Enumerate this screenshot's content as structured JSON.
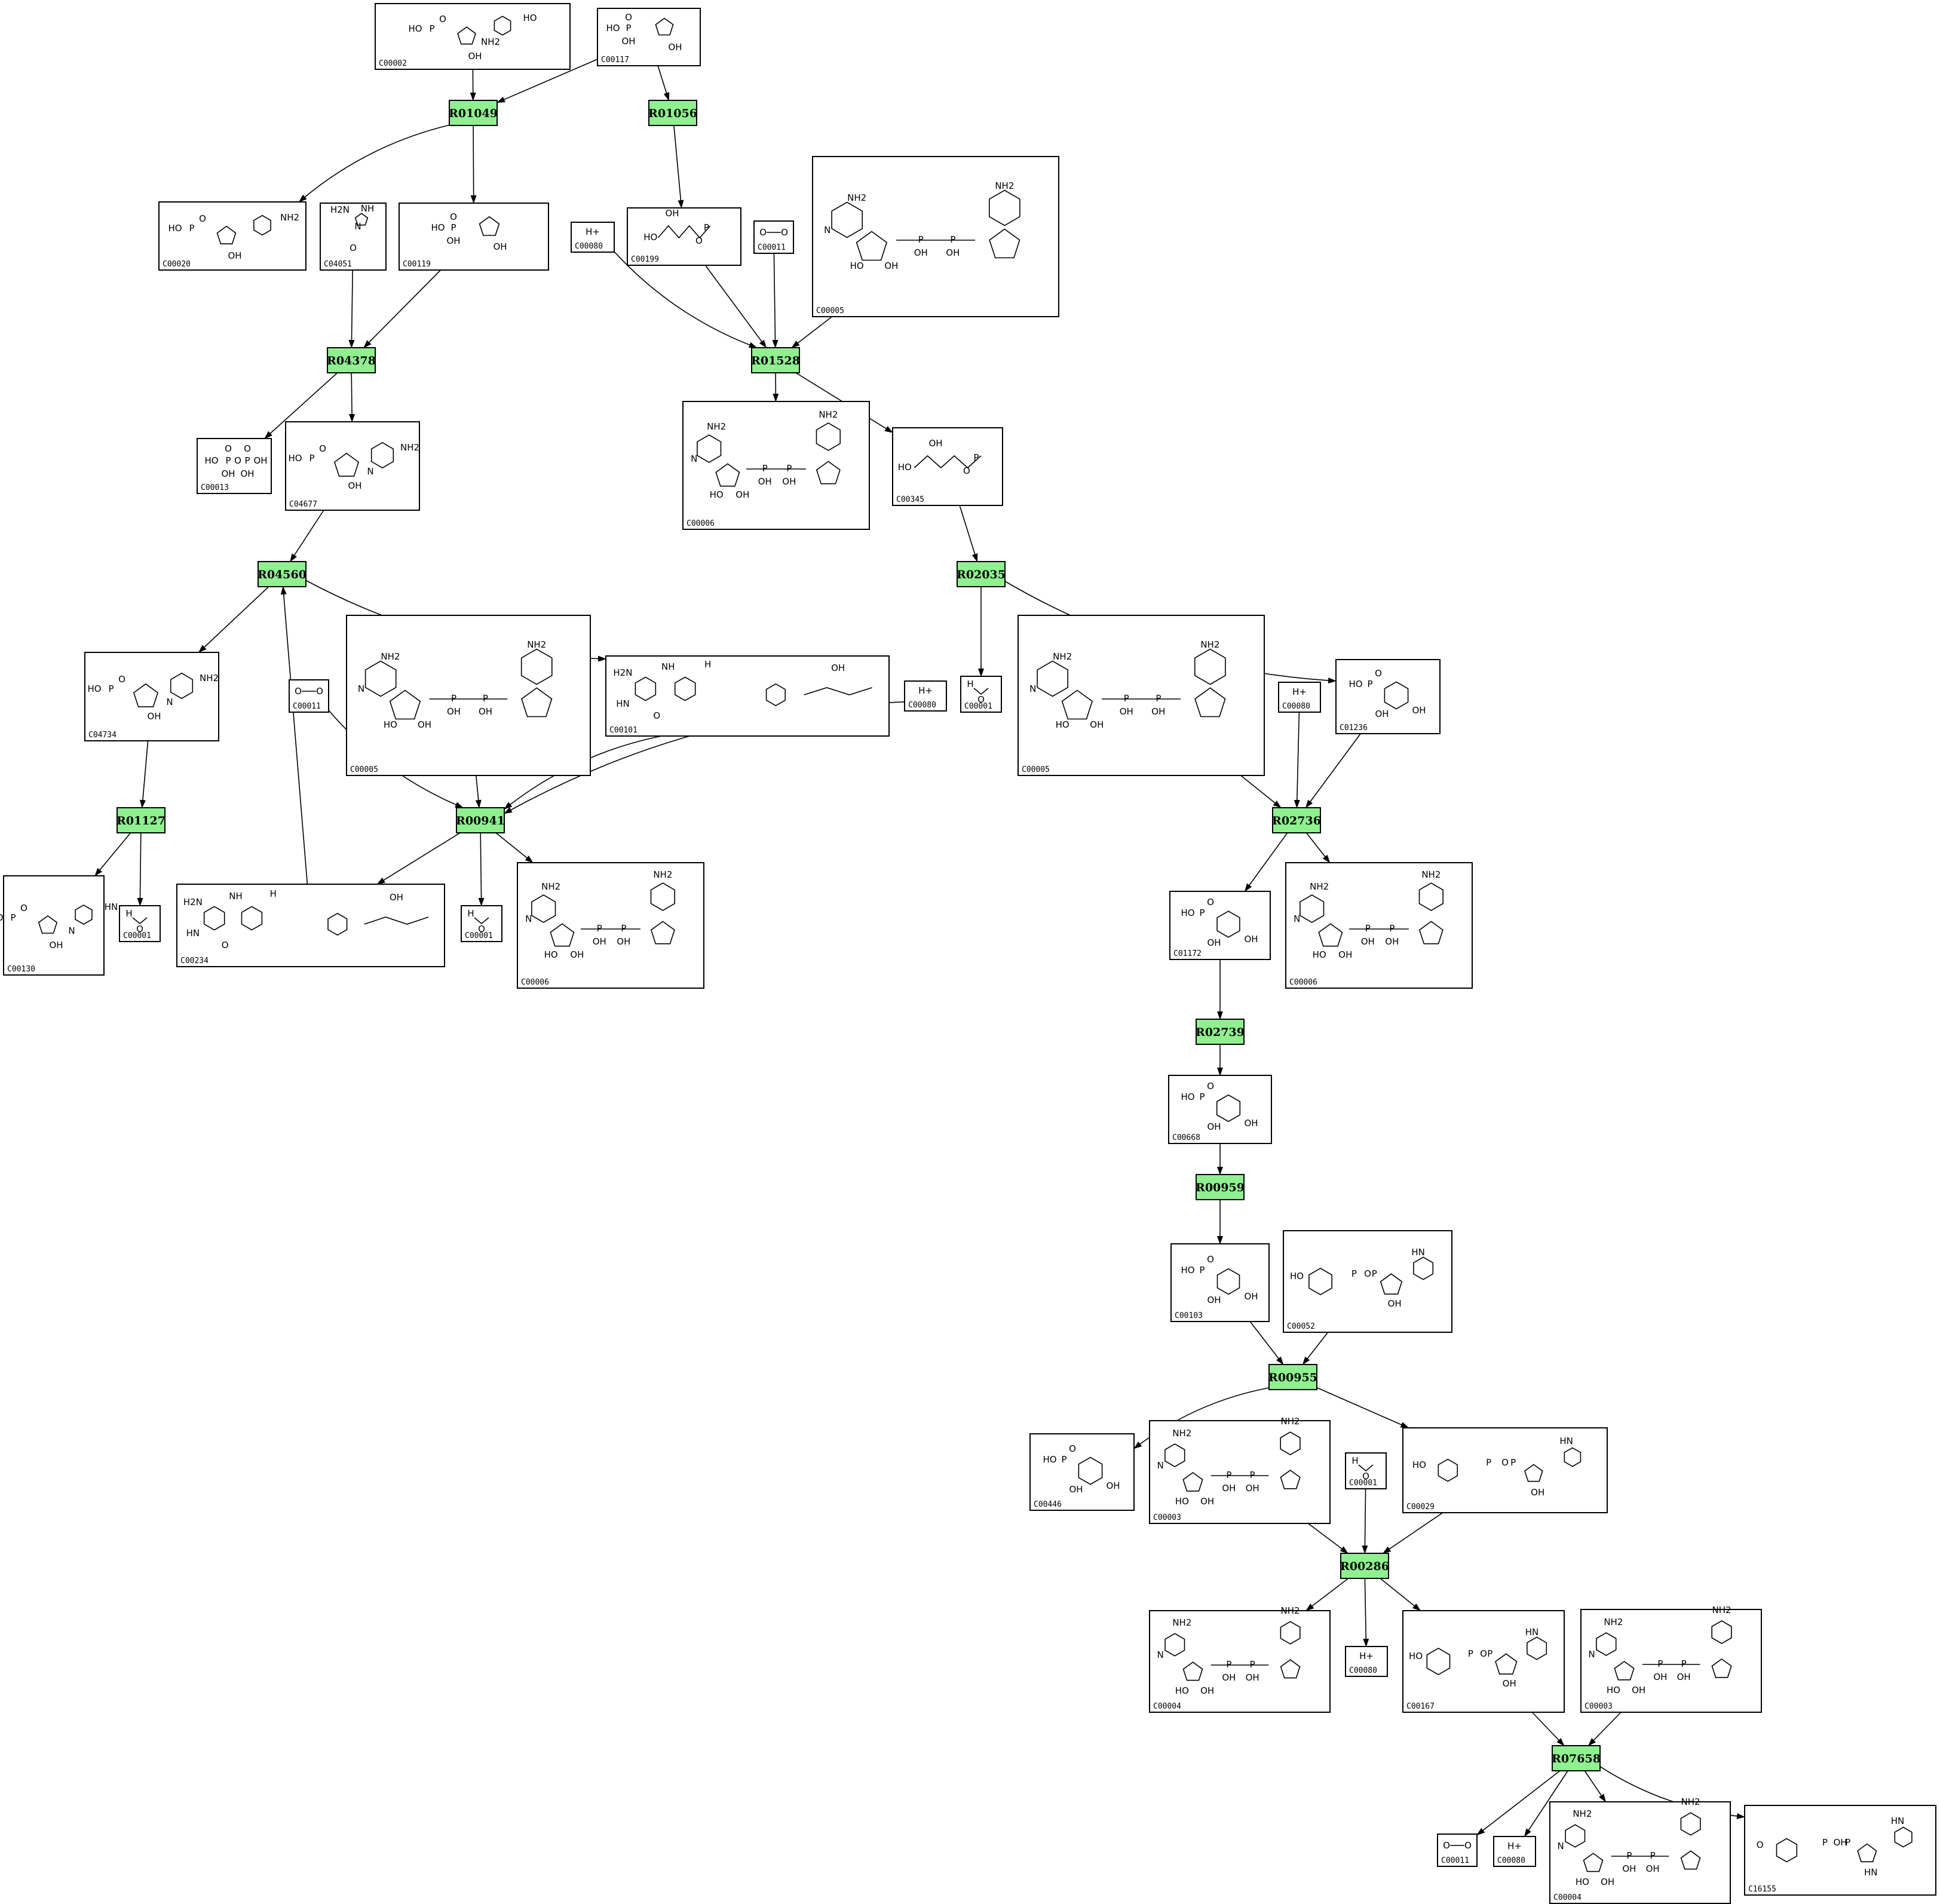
{
  "colors": {
    "reaction_fill": "#90f090",
    "stroke": "#000000",
    "background": "#ffffff"
  },
  "compounds": [
    {
      "id": "n_C00002",
      "label": "C00002",
      "kind": "nt",
      "atoms": [
        "HO",
        "P",
        "O",
        "HO",
        "NH2",
        "OH"
      ]
    },
    {
      "id": "n_C00117",
      "label": "C00117",
      "kind": "sugarP",
      "atoms": [
        "HO",
        "P",
        "O",
        "OH",
        "OH"
      ]
    },
    {
      "id": "n_C00020",
      "label": "C00020",
      "kind": "nt",
      "atoms": [
        "HO",
        "P",
        "O",
        "NH2",
        "OH"
      ]
    },
    {
      "id": "n_C04051",
      "label": "C04051",
      "kind": "small",
      "atoms": [
        "H2N",
        "NH",
        "N",
        "O"
      ]
    },
    {
      "id": "n_C00119",
      "label": "C00119",
      "kind": "sugarP",
      "atoms": [
        "HO",
        "P",
        "O",
        "OH"
      ]
    },
    {
      "id": "n_C00080_a",
      "label": "C00080",
      "kind": "hplus",
      "atoms": [
        "H+"
      ]
    },
    {
      "id": "n_C00199",
      "label": "C00199",
      "kind": "chain",
      "atoms": [
        "HO",
        "OH",
        "P",
        "O"
      ]
    },
    {
      "id": "n_C00011_a",
      "label": "C00011",
      "kind": "co2",
      "atoms": [
        "O",
        "O"
      ]
    },
    {
      "id": "n_C00005_a",
      "label": "C00005",
      "kind": "dinuc",
      "atoms": [
        "NH2",
        "N",
        "O",
        "P",
        "OH",
        "HO"
      ]
    },
    {
      "id": "n_C00013",
      "label": "C00013",
      "kind": "pp",
      "atoms": [
        "HO",
        "P",
        "O",
        "OH"
      ]
    },
    {
      "id": "n_C04677",
      "label": "C04677",
      "kind": "nt",
      "atoms": [
        "HO",
        "P",
        "O",
        "NH2",
        "N",
        "OH"
      ]
    },
    {
      "id": "n_C00006_a",
      "label": "C00006",
      "kind": "dinuc",
      "atoms": [
        "NH2",
        "N",
        "O",
        "P",
        "OH",
        "HO"
      ]
    },
    {
      "id": "n_C00345",
      "label": "C00345",
      "kind": "chain",
      "atoms": [
        "HO",
        "OH",
        "P",
        "O"
      ]
    },
    {
      "id": "n_C04734",
      "label": "C04734",
      "kind": "nt",
      "atoms": [
        "HO",
        "P",
        "O",
        "NH2",
        "N",
        "OH"
      ]
    },
    {
      "id": "n_C00011_b",
      "label": "C00011",
      "kind": "co2",
      "atoms": [
        "O",
        "O"
      ]
    },
    {
      "id": "n_C00005_b",
      "label": "C00005",
      "kind": "dinuc",
      "atoms": [
        "NH2",
        "N",
        "O",
        "P",
        "OH",
        "HO"
      ]
    },
    {
      "id": "n_C00101",
      "label": "C00101",
      "kind": "folate",
      "atoms": [
        "H2N",
        "N",
        "NH",
        "HN",
        "O",
        "OH",
        "H"
      ]
    },
    {
      "id": "n_C00080_b",
      "label": "C00080",
      "kind": "hplus",
      "atoms": [
        "H+"
      ]
    },
    {
      "id": "n_C00001_a",
      "label": "C00001",
      "kind": "water",
      "atoms": [
        "H",
        "O"
      ]
    },
    {
      "id": "n_C00005_c",
      "label": "C00005",
      "kind": "dinuc",
      "atoms": [
        "NH2",
        "N",
        "O",
        "P",
        "OH",
        "HO"
      ]
    },
    {
      "id": "n_C00080_c",
      "label": "C00080",
      "kind": "hplus",
      "atoms": [
        "H+"
      ]
    },
    {
      "id": "n_C01236",
      "label": "C01236",
      "kind": "hexP",
      "atoms": [
        "HO",
        "P",
        "O",
        "OH"
      ]
    },
    {
      "id": "n_C00130",
      "label": "C00130",
      "kind": "nt",
      "atoms": [
        "HO",
        "P",
        "O",
        "HN",
        "N",
        "OH"
      ]
    },
    {
      "id": "n_C00001_b",
      "label": "C00001",
      "kind": "water",
      "atoms": [
        "H",
        "O"
      ]
    },
    {
      "id": "n_C00234",
      "label": "C00234",
      "kind": "folate",
      "atoms": [
        "H2N",
        "N",
        "NH",
        "HN",
        "O",
        "OH",
        "H"
      ]
    },
    {
      "id": "n_C00001_c",
      "label": "C00001",
      "kind": "water",
      "atoms": [
        "H",
        "O"
      ]
    },
    {
      "id": "n_C00006_b",
      "label": "C00006",
      "kind": "dinuc",
      "atoms": [
        "NH2",
        "N",
        "O",
        "P",
        "OH",
        "HO"
      ]
    },
    {
      "id": "n_C01172",
      "label": "C01172",
      "kind": "hexP",
      "atoms": [
        "HO",
        "P",
        "O",
        "OH"
      ]
    },
    {
      "id": "n_C00006_c",
      "label": "C00006",
      "kind": "dinuc",
      "atoms": [
        "NH2",
        "N",
        "O",
        "P",
        "OH",
        "HO"
      ]
    },
    {
      "id": "n_C00668",
      "label": "C00668",
      "kind": "hexP",
      "atoms": [
        "HO",
        "P",
        "O",
        "OH"
      ]
    },
    {
      "id": "n_C00103",
      "label": "C00103",
      "kind": "hexP",
      "atoms": [
        "HO",
        "P",
        "O",
        "OH"
      ]
    },
    {
      "id": "n_C00052",
      "label": "C00052",
      "kind": "udp",
      "atoms": [
        "HO",
        "P",
        "O",
        "OH",
        "HN"
      ]
    },
    {
      "id": "n_C00446",
      "label": "C00446",
      "kind": "hexP",
      "atoms": [
        "HO",
        "P",
        "O",
        "OH"
      ]
    },
    {
      "id": "n_C00003_a",
      "label": "C00003",
      "kind": "dinuc",
      "atoms": [
        "NH2",
        "N",
        "O",
        "P",
        "OH",
        "HO"
      ]
    },
    {
      "id": "n_C00001_d",
      "label": "C00001",
      "kind": "water",
      "atoms": [
        "H",
        "O"
      ]
    },
    {
      "id": "n_C00029",
      "label": "C00029",
      "kind": "udp",
      "atoms": [
        "HO",
        "P",
        "O",
        "OH",
        "HN"
      ]
    },
    {
      "id": "n_C00004_a",
      "label": "C00004",
      "kind": "dinuc",
      "atoms": [
        "NH2",
        "N",
        "O",
        "P",
        "OH",
        "HO"
      ]
    },
    {
      "id": "n_C00080_d",
      "label": "C00080",
      "kind": "hplus",
      "atoms": [
        "H+"
      ]
    },
    {
      "id": "n_C00167",
      "label": "C00167",
      "kind": "udp",
      "atoms": [
        "HO",
        "P",
        "O",
        "OH",
        "HN"
      ]
    },
    {
      "id": "n_C00003_b",
      "label": "C00003",
      "kind": "dinuc",
      "atoms": [
        "NH2",
        "N",
        "O",
        "P",
        "OH",
        "HO"
      ]
    },
    {
      "id": "n_C00011_c",
      "label": "C00011",
      "kind": "co2",
      "atoms": [
        "O",
        "O"
      ]
    },
    {
      "id": "n_C00080_e",
      "label": "C00080",
      "kind": "hplus",
      "atoms": [
        "H+"
      ]
    },
    {
      "id": "n_C00004_b",
      "label": "C00004",
      "kind": "dinuc",
      "atoms": [
        "NH2",
        "N",
        "O",
        "P",
        "OH",
        "HO"
      ]
    },
    {
      "id": "n_C16155",
      "label": "C16155",
      "kind": "udp",
      "atoms": [
        "O",
        "P",
        "OH",
        "HN"
      ]
    }
  ],
  "reactions": [
    {
      "id": "r_R01049",
      "label": "R01049"
    },
    {
      "id": "r_R01056",
      "label": "R01056"
    },
    {
      "id": "r_R04378",
      "label": "R04378"
    },
    {
      "id": "r_R01528",
      "label": "R01528"
    },
    {
      "id": "r_R04560",
      "label": "R04560"
    },
    {
      "id": "r_R02035",
      "label": "R02035"
    },
    {
      "id": "r_R01127",
      "label": "R01127"
    },
    {
      "id": "r_R00941",
      "label": "R00941"
    },
    {
      "id": "r_R02736",
      "label": "R02736"
    },
    {
      "id": "r_R02739",
      "label": "R02739"
    },
    {
      "id": "r_R00959",
      "label": "R00959"
    },
    {
      "id": "r_R00955",
      "label": "R00955"
    },
    {
      "id": "r_R00286",
      "label": "R00286"
    },
    {
      "id": "r_R07658",
      "label": "R07658"
    }
  ],
  "edges": [
    [
      "n_C00002",
      "r_R01049"
    ],
    [
      "n_C00117",
      "r_R01049"
    ],
    [
      "n_C00117",
      "r_R01056"
    ],
    [
      "r_R01049",
      "n_C00020"
    ],
    [
      "r_R01049",
      "n_C00119"
    ],
    [
      "n_C04051",
      "r_R04378"
    ],
    [
      "n_C00119",
      "r_R04378"
    ],
    [
      "r_R01056",
      "n_C00199"
    ],
    [
      "n_C00080_a",
      "r_R01528"
    ],
    [
      "n_C00199",
      "r_R01528"
    ],
    [
      "n_C00011_a",
      "r_R01528"
    ],
    [
      "n_C00005_a",
      "r_R01528"
    ],
    [
      "r_R04378",
      "n_C00013"
    ],
    [
      "r_R04378",
      "n_C04677"
    ],
    [
      "r_R01528",
      "n_C00006_a"
    ],
    [
      "r_R01528",
      "n_C00345"
    ],
    [
      "n_C04677",
      "r_R04560"
    ],
    [
      "n_C00345",
      "r_R02035"
    ],
    [
      "r_R04560",
      "n_C04734"
    ],
    [
      "r_R04560",
      "n_C00101"
    ],
    [
      "r_R02035",
      "n_C00001_a"
    ],
    [
      "r_R02035",
      "n_C01236"
    ],
    [
      "n_C04734",
      "r_R01127"
    ],
    [
      "n_C00011_b",
      "r_R00941"
    ],
    [
      "n_C00005_b",
      "r_R00941"
    ],
    [
      "n_C00101",
      "r_R00941"
    ],
    [
      "n_C00080_b",
      "r_R00941"
    ],
    [
      "n_C00005_c",
      "r_R02736"
    ],
    [
      "n_C00080_c",
      "r_R02736"
    ],
    [
      "n_C01236",
      "r_R02736"
    ],
    [
      "r_R01127",
      "n_C00130"
    ],
    [
      "r_R01127",
      "n_C00001_b"
    ],
    [
      "r_R00941",
      "n_C00234"
    ],
    [
      "r_R00941",
      "n_C00001_c"
    ],
    [
      "r_R00941",
      "n_C00006_b"
    ],
    [
      "n_C00234",
      "r_R04560"
    ],
    [
      "r_R02736",
      "n_C01172"
    ],
    [
      "r_R02736",
      "n_C00006_c"
    ],
    [
      "n_C01172",
      "r_R02739"
    ],
    [
      "r_R02739",
      "n_C00668"
    ],
    [
      "n_C00668",
      "r_R00959"
    ],
    [
      "r_R00959",
      "n_C00103"
    ],
    [
      "n_C00103",
      "r_R00955"
    ],
    [
      "n_C00052",
      "r_R00955"
    ],
    [
      "r_R00955",
      "n_C00446"
    ],
    [
      "r_R00955",
      "n_C00029"
    ],
    [
      "n_C00003_a",
      "r_R00286"
    ],
    [
      "n_C00001_d",
      "r_R00286"
    ],
    [
      "n_C00029",
      "r_R00286"
    ],
    [
      "r_R00286",
      "n_C00004_a"
    ],
    [
      "r_R00286",
      "n_C00080_d"
    ],
    [
      "r_R00286",
      "n_C00167"
    ],
    [
      "n_C00167",
      "r_R07658"
    ],
    [
      "n_C00003_b",
      "r_R07658"
    ],
    [
      "r_R07658",
      "n_C00011_c"
    ],
    [
      "r_R07658",
      "n_C00080_e"
    ],
    [
      "r_R07658",
      "n_C00004_b"
    ],
    [
      "r_R07658",
      "n_C16155"
    ]
  ]
}
